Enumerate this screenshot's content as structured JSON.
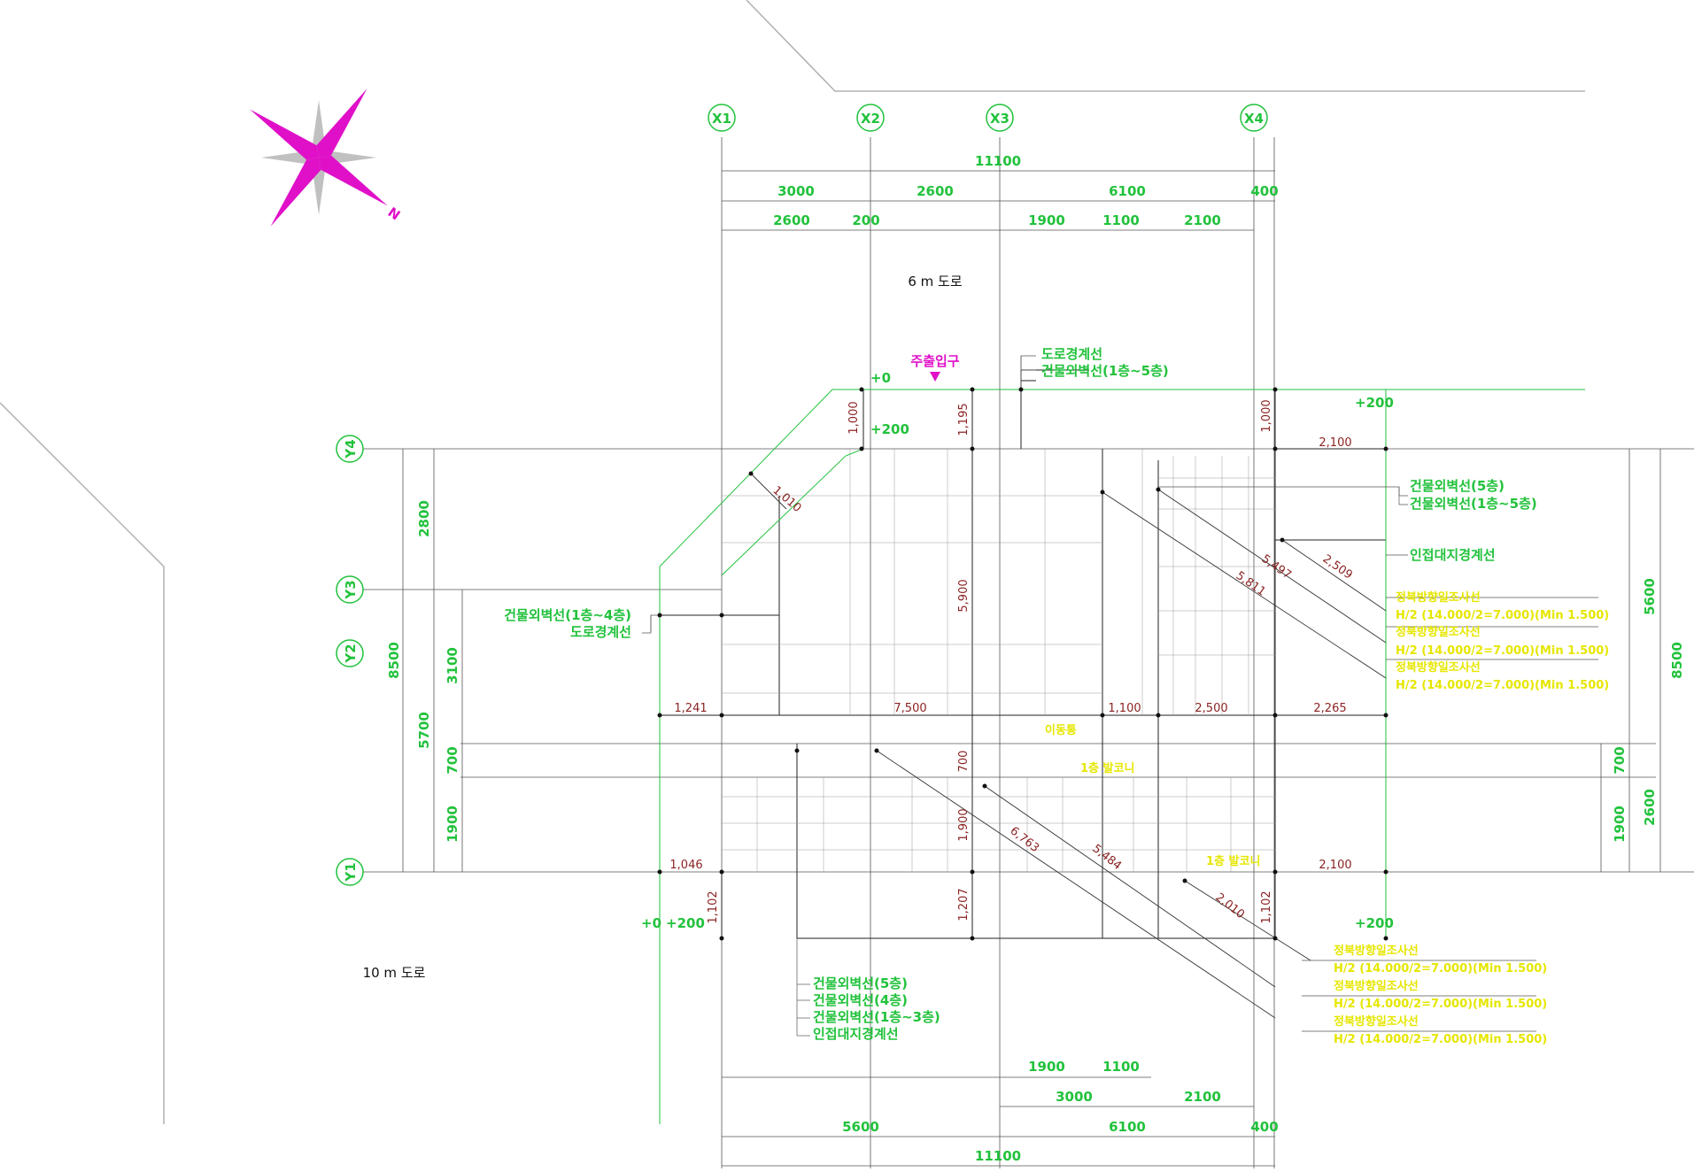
{
  "grid": {
    "x_axes": [
      "X1",
      "X2",
      "X3",
      "X4"
    ],
    "y_axes": [
      "Y4",
      "Y3",
      "Y2",
      "Y1"
    ]
  },
  "dimensions": {
    "top_total": "11100",
    "top_row1": [
      "3000",
      "2600",
      "6100",
      "400"
    ],
    "top_row2": [
      "2600",
      "200",
      "1900",
      "1100",
      "2100"
    ],
    "bottom_row1": [
      "1900",
      "1100"
    ],
    "bottom_row2": [
      "3000",
      "2100"
    ],
    "bottom_row3": [
      "5600",
      "6100",
      "400"
    ],
    "bottom_total": "11100",
    "left_outer": "8500",
    "left_mid": [
      "2800",
      "5700"
    ],
    "left_inner": [
      "3100",
      "700",
      "1900"
    ],
    "right_outer": "8500",
    "right_mid": [
      "5600",
      "2600"
    ],
    "right_inner": [
      "700",
      "1900"
    ]
  },
  "setbacks": {
    "d_1010": "1,010",
    "d_1000a": "1,000",
    "d_1195": "1,195",
    "d_1000b": "1,000",
    "d_2100a": "2,100",
    "d_5497": "5,497",
    "d_5811": "5,811",
    "d_2509": "2,509",
    "d_5900": "5,900",
    "d_1241": "1,241",
    "d_7500": "7,500",
    "d_1100": "1,100",
    "d_2500": "2,500",
    "d_2265": "2,265",
    "d_700": "700",
    "d_1900": "1,900",
    "d_6763": "6,763",
    "d_5484": "5,484",
    "d_1046": "1,046",
    "d_2100b": "2,100",
    "d_2010": "2,010",
    "d_1102a": "1,102",
    "d_1207": "1,207",
    "d_1102b": "1,102"
  },
  "levels": {
    "p0a": "+0",
    "p200a": "+200",
    "p200b": "+200",
    "p0b": "+0",
    "p200c": "+200",
    "p200d": "+200"
  },
  "labels": {
    "road_6m": "6 m 도로",
    "road_10m": "10 m 도로",
    "main_entrance": "주출입구",
    "north": "N",
    "top_note1": "도로경계선",
    "top_note2": "건물외벽선(1층~5층)",
    "right_note1": "건물외벽선(5층)",
    "right_note2": "건물외벽선(1층~5층)",
    "right_note3": "인접대지경계선",
    "left_note1": "건물외벽선(1층~4층)",
    "left_note2": "도로경계선",
    "bottom_note1": "건물외벽선(5층)",
    "bottom_note2": "건물외벽선(4층)",
    "bottom_note3": "건물외벽선(1층~3층)",
    "bottom_note4": "인접대지경계선",
    "yellow_mid1": "이동통",
    "yellow_mid2": "1층 발코니",
    "yellow_mid3": "1층 발코니"
  },
  "yellow_right": [
    "정북방향일조사선",
    "H/2 (14.000/2=7.000)(Min 1.500)",
    "정북방향일조사선",
    "H/2 (14.000/2=7.000)(Min 1.500)",
    "정북방향일조사선",
    "H/2 (14.000/2=7.000)(Min 1.500)"
  ],
  "yellow_bottom": [
    "정북방향일조사선",
    "H/2 (14.000/2=7.000)(Min 1.500)",
    "정북방향일조사선",
    "H/2 (14.000/2=7.000)(Min 1.500)",
    "정북방향일조사선",
    "H/2 (14.000/2=7.000)(Min 1.500)"
  ],
  "colors": {
    "dimension_green": "#22c23c",
    "setback_red": "#8b2323",
    "note_yellow": "#e6e600",
    "north_magenta": "#e010c8"
  }
}
